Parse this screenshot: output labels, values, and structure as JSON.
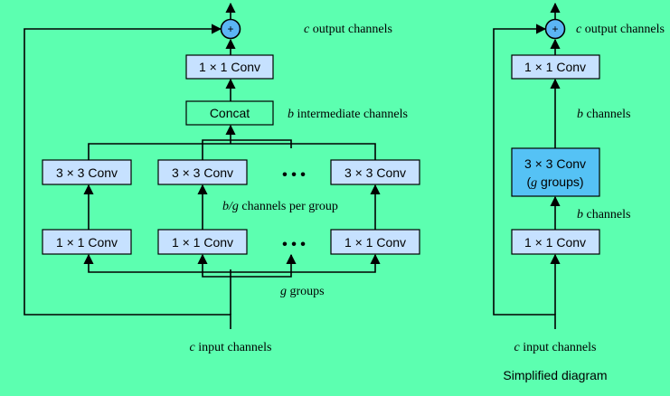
{
  "left": {
    "output_label": {
      "var": "c",
      "text": " output channels"
    },
    "top_conv": "1 × 1 Conv",
    "concat": "Concat",
    "intermediate_label": {
      "var": "b",
      "text": " intermediate channels"
    },
    "group_3x3": [
      "3 × 3 Conv",
      "3 × 3 Conv",
      "3 × 3 Conv"
    ],
    "group_1x1": [
      "1 × 1 Conv",
      "1 × 1 Conv",
      "1 × 1 Conv"
    ],
    "per_group_label": {
      "var": "b/g",
      "text": " channels per group"
    },
    "groups_label": {
      "var": "g",
      "text": " groups"
    },
    "input_label": {
      "var": "c",
      "text": " input channels"
    },
    "plus": "+",
    "ellipsis": "• • •"
  },
  "right": {
    "output_label": {
      "var": "c",
      "text": " output channels"
    },
    "top_conv": "1 × 1 Conv",
    "b_channels_top": {
      "var": "b",
      "text": " channels"
    },
    "group_conv_line1": "3 × 3 Conv",
    "group_conv_line2": {
      "prefix": "(",
      "var": "g",
      "text": " groups)"
    },
    "b_channels_bottom": {
      "var": "b",
      "text": " channels"
    },
    "bottom_conv": "1 × 1 Conv",
    "input_label": {
      "var": "c",
      "text": " input channels"
    },
    "plus": "+"
  },
  "caption": "Simplified diagram",
  "colors": {
    "background": "#5cffb0",
    "box_fill": "#c6e1ff",
    "group_box_fill": "#55c2f5",
    "plus_fill": "#5bb5f5",
    "concat_fill": "#5cffb0"
  }
}
